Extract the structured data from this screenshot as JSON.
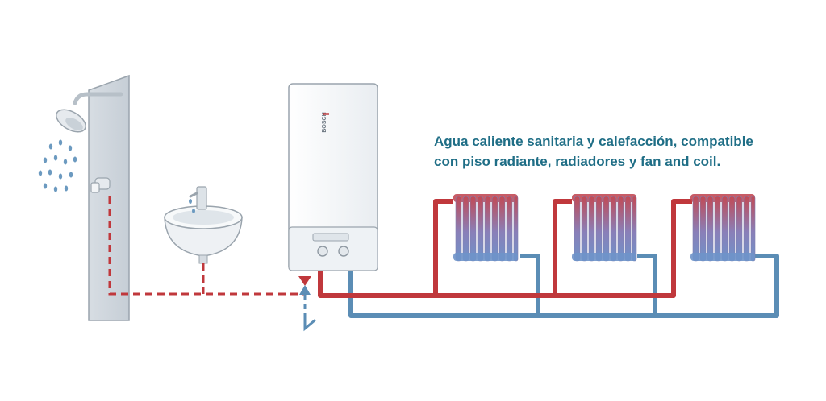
{
  "caption": {
    "line1": "Agua caliente sanitaria y calefacción, compatible",
    "line2": "con piso radiante, radiadores y fan and coil."
  },
  "boiler": {
    "brand": "BOSCH"
  },
  "colors": {
    "hot_pipe": "#c0383c",
    "cold_pipe": "#5b8db5",
    "caption_text": "#1f6e86",
    "boiler_body": "#f4f6f8",
    "outline": "#9aa4ad"
  },
  "icons": [
    "shower-head-icon",
    "faucet-icon",
    "water-drop-icon",
    "radiator-icon",
    "boiler-icon"
  ],
  "radiator_count": 3
}
